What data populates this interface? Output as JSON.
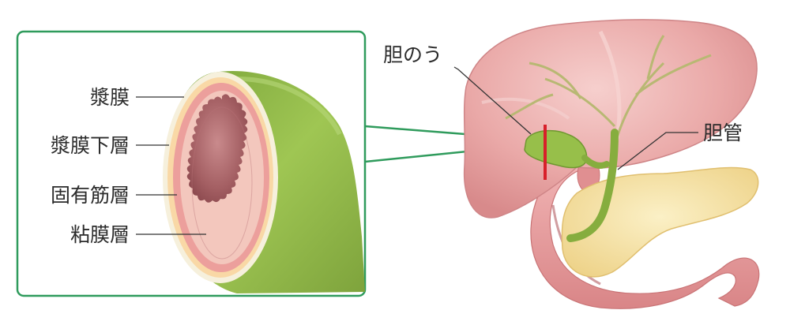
{
  "labels": {
    "serosa": "漿膜",
    "subserosa": "漿膜下層",
    "muscle_layer": "固有筋層",
    "mucosa": "粘膜層",
    "gallbladder": "胆のう",
    "bile_duct": "胆管"
  },
  "colors": {
    "frame": "#2f9b5c",
    "cut_marker": "#d8202a",
    "gallbladder": "#9bc24a",
    "liver": "#e8a7a5",
    "pancreas": "#f3df9c",
    "intestine": "#e79ea0"
  }
}
